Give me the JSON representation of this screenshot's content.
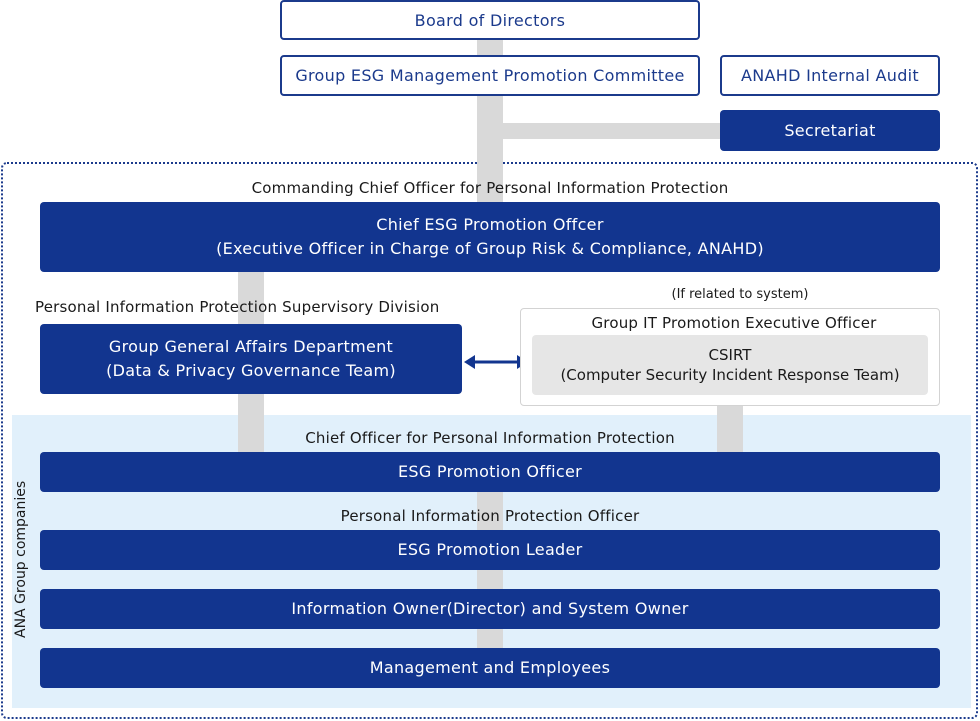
{
  "top": {
    "board": "Board of Directors",
    "committee": "Group ESG Management Promotion Committee",
    "audit": "ANAHD Internal Audit",
    "secretariat": "Secretariat"
  },
  "commanding": {
    "label": "Commanding Chief Officer for Personal Information Protection",
    "title": "Chief ESG Promotion Offcer",
    "subtitle": "(Executive Officer in Charge of Group Risk & Compliance, ANAHD)"
  },
  "supervisory": {
    "label": "Personal Information Protection Supervisory Division",
    "title": "Group General Affairs Department",
    "subtitle": "(Data & Privacy Governance Team)"
  },
  "it": {
    "note": "(If related to system)",
    "label": "Group IT Promotion Executive Officer",
    "csirt_title": "CSIRT",
    "csirt_subtitle": "(Computer Security Incident Response Team)"
  },
  "group": {
    "side_label": "ANA Group companies",
    "chief_label": "Chief Officer for Personal Information Protection",
    "esg_officer": "ESG Promotion Officer",
    "pip_label": "Personal Information Protection Officer",
    "esg_leader": "ESG Promotion Leader",
    "info_owner": "Information Owner(Director) and System Owner",
    "mgmt": "Management and Employees"
  },
  "colors": {
    "navy": "#12358f",
    "connector": "#d9d9d9",
    "group_bg": "#e1f0fb"
  }
}
